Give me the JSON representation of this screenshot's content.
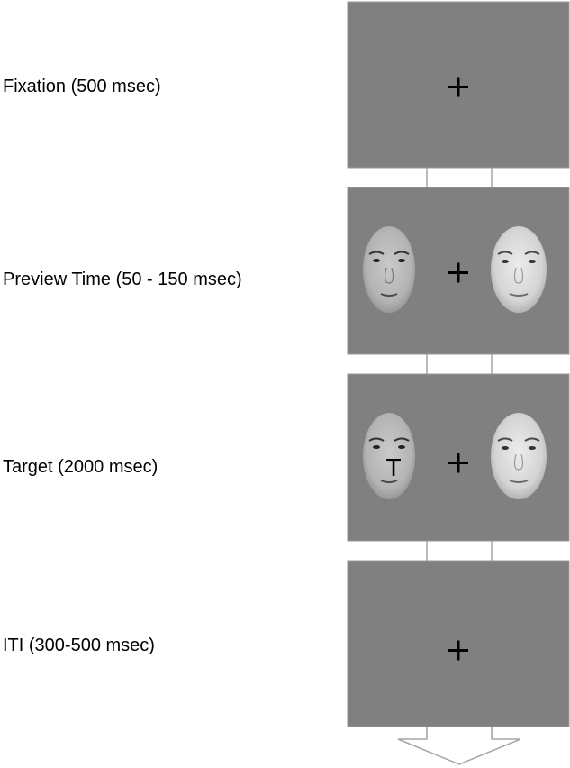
{
  "colors": {
    "background": "#ffffff",
    "screen": "#808080",
    "screen_border": "#a0a0a0",
    "connector": "#a6a6a6",
    "fixation": "#000000",
    "face_skin_light": "#cfcfcf",
    "face_skin_dark": "#8e8e8e"
  },
  "frames": [
    {
      "label": "Fixation (500 msec)",
      "content": [
        "fixation-cross"
      ]
    },
    {
      "label": "Preview Time (50 - 150  msec)",
      "content": [
        "face-left",
        "fixation-cross",
        "face-right"
      ]
    },
    {
      "label": "Target (2000  msec)",
      "content": [
        "face-left-with-target",
        "fixation-cross",
        "face-right"
      ],
      "target_letter": "T"
    },
    {
      "label": "ITI (300-500 msec)",
      "content": [
        "fixation-cross"
      ]
    }
  ],
  "icons": {
    "fixation": "plus-cross-icon",
    "next": "down-arrow-icon"
  }
}
